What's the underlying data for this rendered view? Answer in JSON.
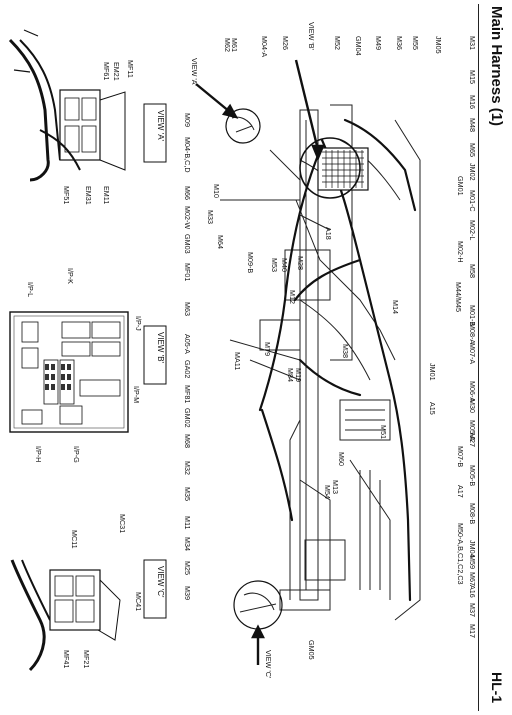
{
  "header": {
    "title": "Main Harness (1)",
    "page_number": "HL-1"
  },
  "views": {
    "view_a_box": "VIEW 'A'",
    "view_b_box": "VIEW 'B'",
    "view_c_box": "VIEW 'C'",
    "view_a_pointer": "VIEW 'A'",
    "view_b_pointer": "VIEW 'B'",
    "view_c_pointer": "VIEW 'C'"
  },
  "top_labels": [
    "M31",
    "M15",
    "M16",
    "M48",
    "M65",
    "JM02",
    "GM01",
    "M01-C",
    "M02-L",
    "M02-H",
    "M58",
    "M44/M45",
    "M01-B",
    "M08-A",
    "M07-A",
    "JM01",
    "M06-A",
    "M30",
    "M05-A",
    "M27",
    "M07-B",
    "M05-B",
    "A17",
    "M08-B",
    "M50-A,B,C1,C2,C3",
    "JM04",
    "M59",
    "M67",
    "A16",
    "M37",
    "M17"
  ],
  "bottom_labels": [
    "M09",
    "M04-B,C,D",
    "M66",
    "M02-W",
    "GM03",
    "MF01",
    "M63",
    "A05-A",
    "GA02",
    "MF81",
    "GM02",
    "M68",
    "M32",
    "M35",
    "M11",
    "M34",
    "M25",
    "M39"
  ],
  "left_labels": [
    "M61",
    "M62",
    "M04-A",
    "M26",
    "M52",
    "GM04",
    "M49",
    "M36",
    "M55",
    "JM05"
  ],
  "inner_labels": [
    "M10",
    "M33",
    "A18",
    "M64",
    "M09-B",
    "M28",
    "M40",
    "M53",
    "M12",
    "M14",
    "M38",
    "M19",
    "M84",
    "M79",
    "MA11",
    "M60",
    "M13",
    "M54",
    "A15",
    "M51",
    "GM05"
  ],
  "view_a_labels": [
    "MF11",
    "EM21",
    "MF61",
    "EM11",
    "EM31",
    "MF51"
  ],
  "view_b_labels": [
    "I/P-K",
    "I/P-J",
    "I/P-L",
    "I/P-M",
    "I/P-G",
    "I/P-H"
  ],
  "view_c_labels": [
    "MC31",
    "MC11",
    "MC41",
    "MF21",
    "MF41"
  ]
}
